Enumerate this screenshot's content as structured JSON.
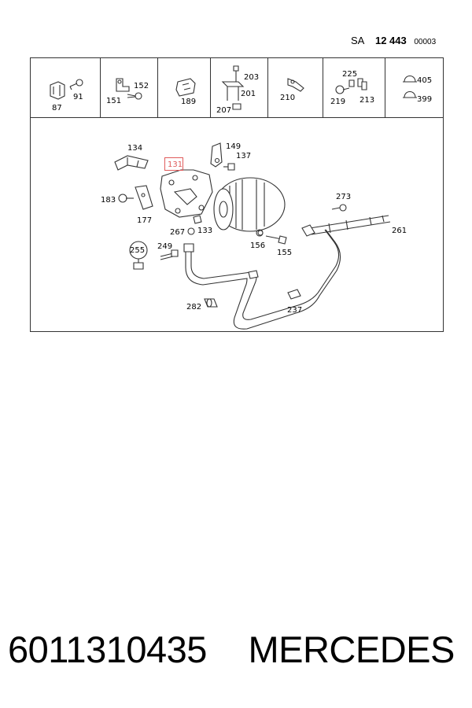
{
  "header": {
    "sa": "SA",
    "number": "12 443",
    "code": "00003"
  },
  "strip_labels": {
    "p87": "87",
    "p91": "91",
    "p151": "151",
    "p152": "152",
    "p189": "189",
    "p203": "203",
    "p201": "201",
    "p207": "207",
    "p210": "210",
    "p225": "225",
    "p219": "219",
    "p213": "213",
    "p405": "405",
    "p399": "399"
  },
  "main_labels": {
    "p134": "134",
    "p131": "131",
    "p149": "149",
    "p137": "137",
    "p183": "183",
    "p177": "177",
    "p273": "273",
    "p267": "267",
    "p133": "133",
    "p261": "261",
    "p255": "255",
    "p249": "249",
    "p156": "156",
    "p155": "155",
    "p282": "282",
    "p237": "237"
  },
  "highlight_part": "131",
  "highlight_color": "#e05a5a",
  "footer": {
    "part_number": "6011310435",
    "brand": "MERCEDES"
  }
}
